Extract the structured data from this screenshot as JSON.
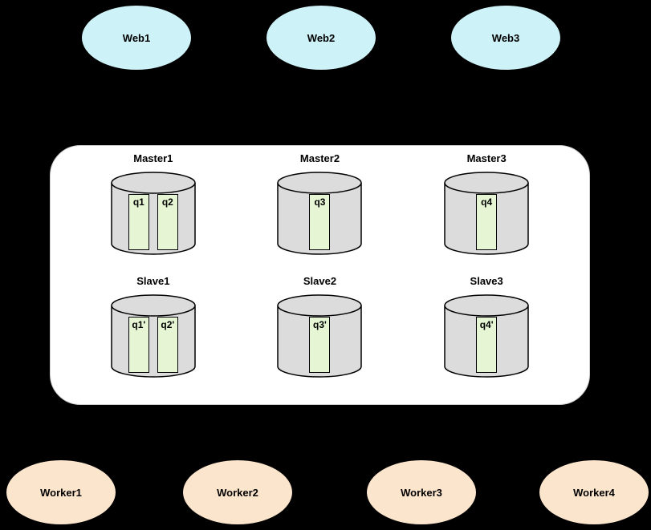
{
  "colors": {
    "background": "#000000",
    "web_node_fill": "#cdf2f8",
    "worker_node_fill": "#fce5cd",
    "cluster_fill": "#ffffff",
    "cylinder_fill": "#dcdcdc",
    "queue_fill": "#e6f6d5",
    "outline": "#000000"
  },
  "web_nodes": [
    {
      "label": "Web1"
    },
    {
      "label": "Web2"
    },
    {
      "label": "Web3"
    }
  ],
  "cluster": {
    "masters": [
      {
        "label": "Master1",
        "queues": [
          "q1",
          "q2"
        ]
      },
      {
        "label": "Master2",
        "queues": [
          "q3"
        ]
      },
      {
        "label": "Master3",
        "queues": [
          "q4"
        ]
      }
    ],
    "slaves": [
      {
        "label": "Slave1",
        "queues": [
          "q1'",
          "q2'"
        ]
      },
      {
        "label": "Slave2",
        "queues": [
          "q3'"
        ]
      },
      {
        "label": "Slave3",
        "queues": [
          "q4'"
        ]
      }
    ]
  },
  "worker_nodes": [
    {
      "label": "Worker1"
    },
    {
      "label": "Worker2"
    },
    {
      "label": "Worker3"
    },
    {
      "label": "Worker4"
    }
  ]
}
